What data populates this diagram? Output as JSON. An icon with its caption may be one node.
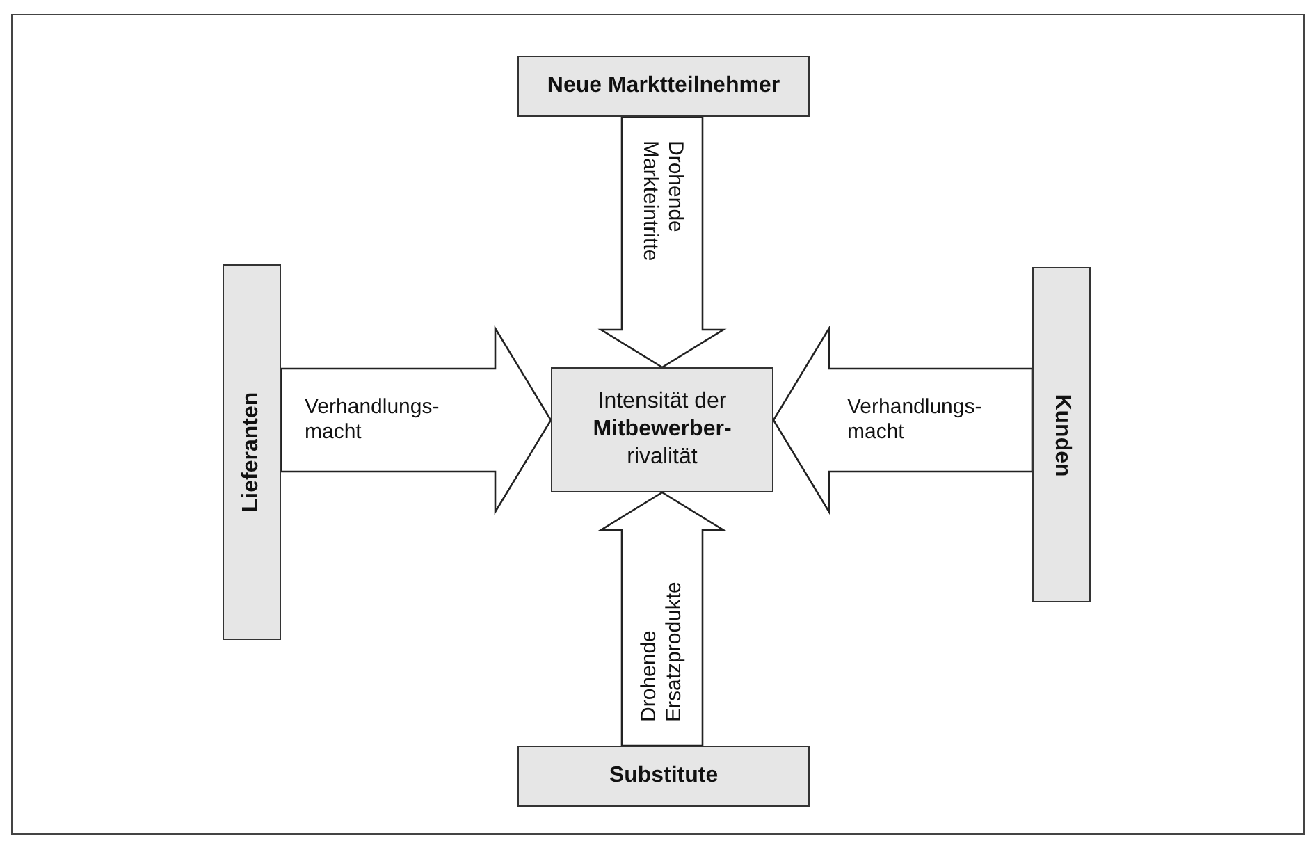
{
  "diagram": {
    "nodes": [
      {
        "text": [
          "Neue Marktteilnehmer"
        ]
      },
      {
        "text": [
          "Lieferanten"
        ]
      },
      {
        "text": [
          "Intensität der **Mitbewerber-** rivalität"
        ]
      },
      {
        "text": [
          "Kunden"
        ]
      },
      {
        "text": [
          "Substitute"
        ]
      }
    ],
    "edges": [
      {
        "from": 0,
        "to": 2,
        "arrow": "to",
        "label": "Drohende Markteintritte"
      },
      {
        "from": 1,
        "to": 2,
        "arrow": "to",
        "label": "Verhandlungs- macht"
      },
      {
        "from": 3,
        "to": 2,
        "arrow": "to",
        "label": "Verhandlungs- macht"
      },
      {
        "from": 4,
        "to": 2,
        "arrow": "to",
        "label": "Drohende Ersatzprodukte"
      }
    ]
  }
}
